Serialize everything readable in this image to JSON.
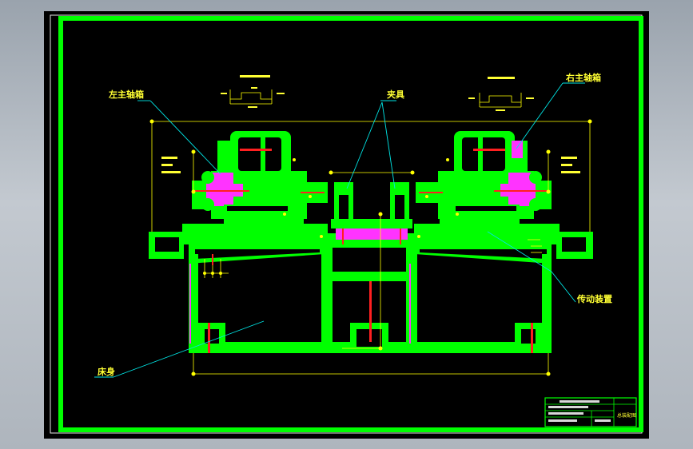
{
  "drawing": {
    "callouts": {
      "left_spindle_box": "左主轴箱",
      "fixture": "夹具",
      "right_spindle_box": "右主轴箱",
      "transmission": "传动装置",
      "bed": "床身"
    },
    "title_block": {
      "drawing_name": "总装配图"
    }
  },
  "colors": {
    "background": "#000000",
    "frame": "#00ff00",
    "parts": "#00ff00",
    "spindle_section": "#ff33ff",
    "centerline": "#ff2020",
    "dimension": "#ffff00",
    "leader": "#00e5e5",
    "text": "#ffff33"
  }
}
